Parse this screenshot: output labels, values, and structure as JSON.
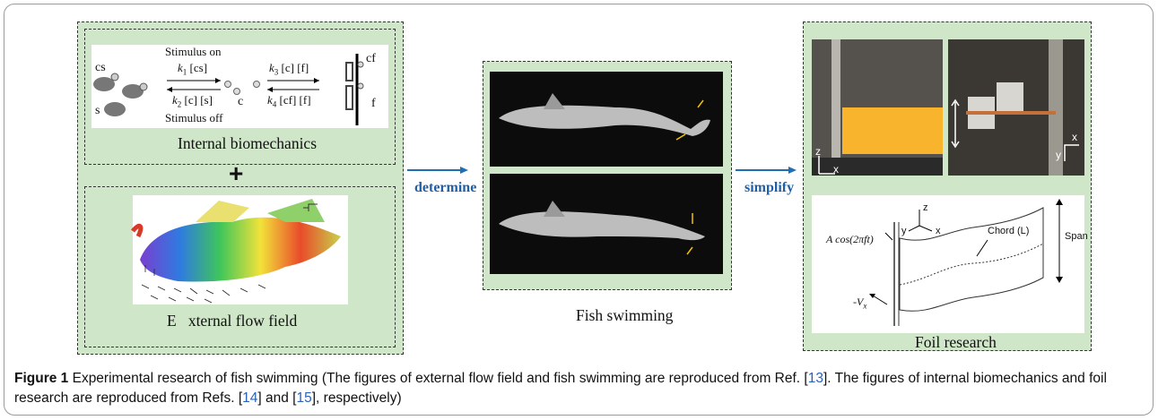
{
  "left_panel": {
    "internal": {
      "title": "Internal biomechanics",
      "states": {
        "cs": "cs",
        "s": "s",
        "c": "c",
        "cf": "cf",
        "f": "f"
      },
      "stimulus_on": "Stimulus on",
      "stimulus_off": "Stimulus off",
      "k1": "k",
      "k1_sub": "1",
      "k1_rest": " [cs]",
      "k2": "k",
      "k2_sub": "2",
      "k2_rest": " [c] [s]",
      "k3": "k",
      "k3_sub": "3",
      "k3_rest": " [c] [f]",
      "k4": "k",
      "k4_sub": "4",
      "k4_rest": " [cf] [f]"
    },
    "plus": "+",
    "external": {
      "title": "E   xternal flow field"
    }
  },
  "arrows": {
    "determine": "determine",
    "simplify": "simplify"
  },
  "middle_panel": {
    "title": "Fish swimming"
  },
  "right_panel": {
    "title": "Foil research",
    "photo_axes": {
      "z": "z",
      "x": "x",
      "y": "y",
      "x2": "x"
    },
    "schematic": {
      "amplitude": "A cos(2πft)",
      "chord": "Chord (L)",
      "span": "Span",
      "velocity": "-V",
      "velocity_sub": "x",
      "axis_y": "y",
      "axis_z": "z",
      "axis_x": "x"
    }
  },
  "caption": {
    "label": "Figure 1",
    "text_1": "  Experimental research of fish swimming (The figures of external flow field and fish swimming are reproduced from Ref. [",
    "ref_13": "13",
    "text_2": "]. The figures of internal biomechanics and foil research are reproduced from Refs. [",
    "ref_14": "14",
    "text_3": "] and [",
    "ref_15": "15",
    "text_4": "], respectively)"
  },
  "colors": {
    "panel_fill": "#cfe6c9",
    "arrow": "#1f6fb5",
    "arrow_label": "#1f5fa6",
    "ref_link": "#2a62b8",
    "foil_orange": "#f7b42c"
  }
}
